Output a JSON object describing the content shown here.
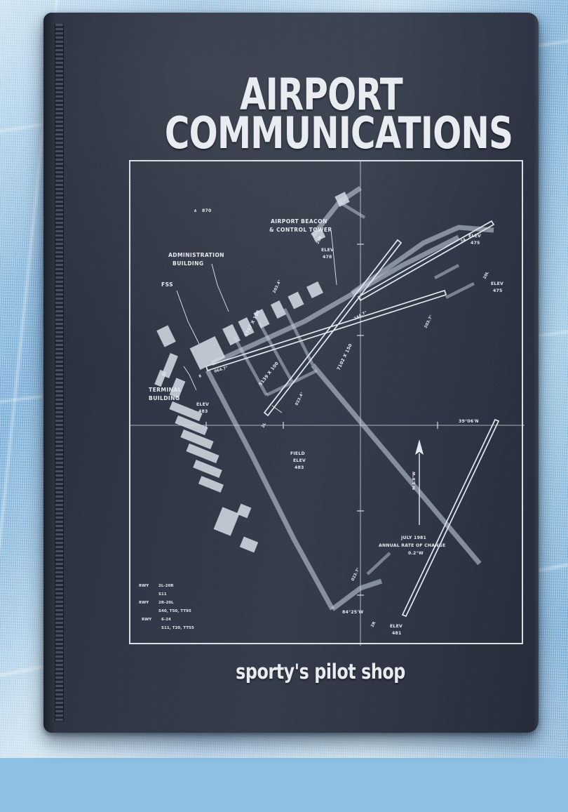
{
  "product": {
    "title_line1": "AIRPORT",
    "title_line2": "COMMUNICATIONS",
    "brand": "sporty's pilot shop"
  },
  "map": {
    "callouts": {
      "beacon_tower_l1": "AIRPORT BEACON",
      "beacon_tower_l2": "& CONTROL TOWER",
      "admin_l1": "ADMINISTRATION",
      "admin_l2": "BUILDING",
      "fss": "FSS",
      "terminal_l1": "TERMINAL",
      "terminal_l2": "BUILDING"
    },
    "obstruction": {
      "symbol": "∧",
      "elevation": "870"
    },
    "elevations": [
      {
        "label": "ELEV",
        "value": "478"
      },
      {
        "label": "ELEV",
        "value": "475"
      },
      {
        "label": "ELEV",
        "value": "475"
      },
      {
        "label": "ELEV",
        "value": "483"
      },
      {
        "label": "ELEV",
        "value": "481"
      }
    ],
    "field_elev": {
      "line1": "FIELD",
      "line2": "ELEV",
      "value": "483"
    },
    "runway_dims": {
      "rwy_2r_20l": "7102 X 150",
      "rwy_2l_20r": "5139 X 100",
      "rwy_6_24": "3797 X 100"
    },
    "bearings": {
      "b_064": "064.7°",
      "b_244": "244.7°",
      "b_023_4": "023.4°",
      "b_203_4": "203.4°",
      "b_023_7": "023.7°",
      "b_203_7": "203.7°"
    },
    "designators": {
      "d_2l": "2L",
      "d_20r": "20R",
      "d_2r": "2R",
      "d_20l": "20L",
      "d_6": "6",
      "d_24": "24"
    },
    "coordinates": {
      "latitude": "39°06'N",
      "longitude": "84°25'W"
    },
    "variation": {
      "arrow_label": "M 1.8°W",
      "date": "JULY 1981",
      "rate_label": "ANNUAL RATE OF CHANGE",
      "rate_value": "0.2°W"
    },
    "legend": [
      {
        "prefix": "RWY",
        "runway": "2L-20R",
        "strength": "S11"
      },
      {
        "prefix": "RWY",
        "runway": "2R-20L",
        "strength": "S40, T50, TT95"
      },
      {
        "prefix": "RWY",
        "runway": "6-24",
        "strength": "S11, T20, TT55"
      }
    ]
  },
  "colors": {
    "binder": "#2c3342",
    "ink": "#e9eef4",
    "fabric": "#8ec0e4"
  }
}
